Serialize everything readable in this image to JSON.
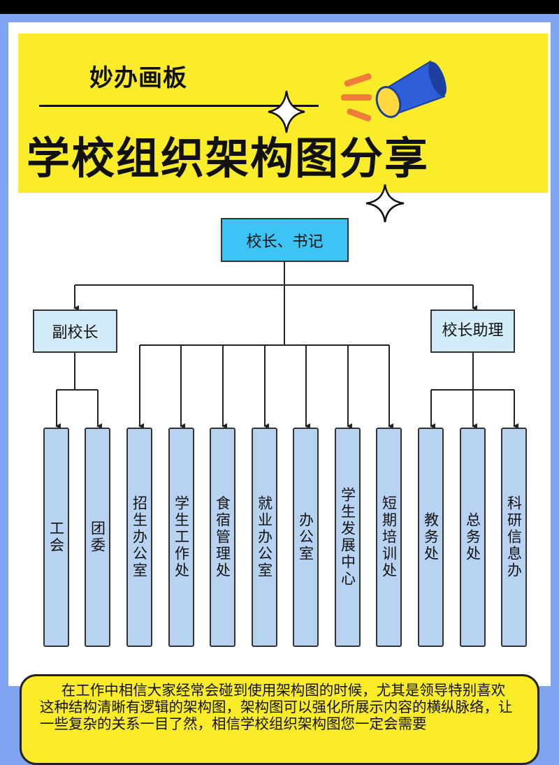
{
  "brand": "妙办画板",
  "title": "学校组织架构图分享",
  "colors": {
    "background": "#7fa3ef",
    "banner": "#fbec2a",
    "root_fill": "#3cc4f4",
    "level2_fill": "#d3ecfa",
    "leaf_fill": "#b8d2f2",
    "megaphone": "#2e5ed8",
    "rays": "#f07c3c"
  },
  "icons": [
    "megaphone-icon",
    "sparkle-icon"
  ],
  "org": {
    "root": "校长、书记",
    "vice_principal": "副校长",
    "principal_assistant": "校长助理",
    "leaves": [
      "工会",
      "团委",
      "招生办公室",
      "学生工作处",
      "食宿管理处",
      "就业办公室",
      "办公室",
      "学生发展中心",
      "短期培训处",
      "教务处",
      "总务处",
      "科研信息办"
    ]
  },
  "note": "在工作中相信大家经常会碰到使用架构图的时候，尤其是领导特别喜欢这种结构清晰有逻辑的架构图，架构图可以强化所展示内容的横纵脉络，让一些复杂的关系一目了然，相信学校组织架构图您一定会需要"
}
